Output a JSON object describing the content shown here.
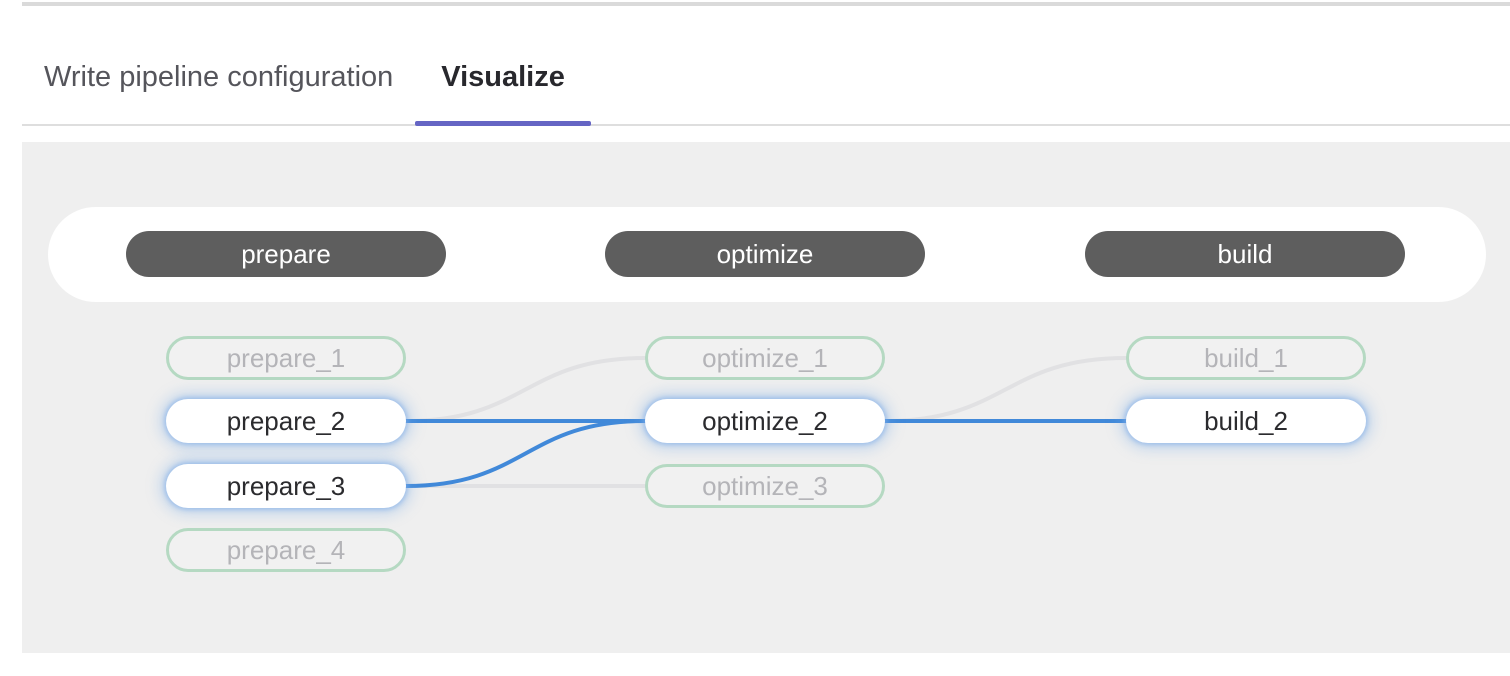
{
  "tabs": {
    "items": [
      {
        "label": "Write pipeline configuration"
      },
      {
        "label": "Visualize"
      }
    ],
    "active_label": "Visualize"
  },
  "graph": {
    "stages": [
      {
        "label": "prepare",
        "jobs": [
          {
            "label": "prepare_1",
            "state": "dim"
          },
          {
            "label": "prepare_2",
            "state": "highlighted"
          },
          {
            "label": "prepare_3",
            "state": "highlighted"
          },
          {
            "label": "prepare_4",
            "state": "dim"
          }
        ]
      },
      {
        "label": "optimize",
        "jobs": [
          {
            "label": "optimize_1",
            "state": "dim"
          },
          {
            "label": "optimize_2",
            "state": "highlighted"
          },
          {
            "label": "optimize_3",
            "state": "dim"
          }
        ]
      },
      {
        "label": "build",
        "jobs": [
          {
            "label": "build_1",
            "state": "dim"
          },
          {
            "label": "build_2",
            "state": "highlighted"
          }
        ]
      }
    ],
    "edges": [
      {
        "from": "prepare_2",
        "to": "optimize_1",
        "state": "dim"
      },
      {
        "from": "prepare_3",
        "to": "optimize_3",
        "state": "dim"
      },
      {
        "from": "optimize_2",
        "to": "build_1",
        "state": "dim"
      },
      {
        "from": "prepare_2",
        "to": "optimize_2",
        "state": "highlighted"
      },
      {
        "from": "prepare_3",
        "to": "optimize_2",
        "state": "highlighted"
      },
      {
        "from": "optimize_2",
        "to": "build_2",
        "state": "highlighted"
      }
    ]
  },
  "colors": {
    "tab_active_indicator": "#6565c4",
    "link_highlight": "#4189d9",
    "link_dim": "#e1e1e3",
    "node_dim_border": "#b5d9c2",
    "stage_pill_bg": "#5e5e5e",
    "panel_bg": "#efefef"
  }
}
